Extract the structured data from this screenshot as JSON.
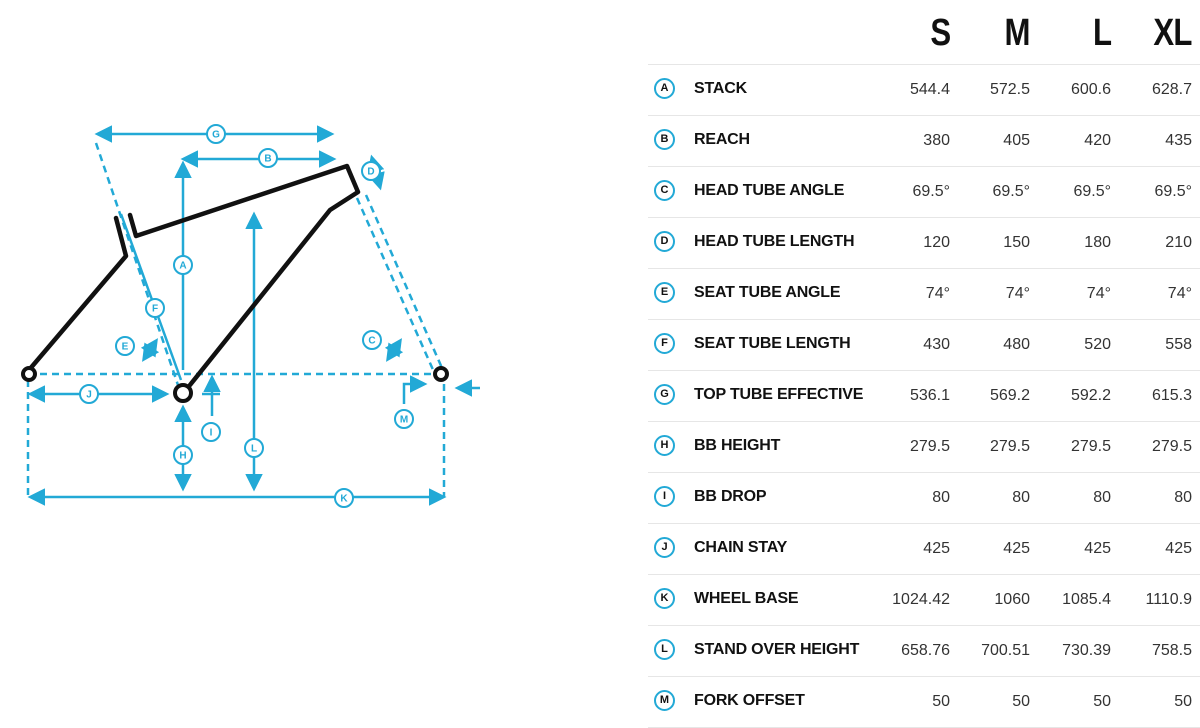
{
  "sizes": [
    "S",
    "M",
    "L",
    "XL"
  ],
  "rows": [
    {
      "code": "A",
      "name": "STACK",
      "values": [
        "544.4",
        "572.5",
        "600.6",
        "628.7"
      ]
    },
    {
      "code": "B",
      "name": "REACH",
      "values": [
        "380",
        "405",
        "420",
        "435"
      ]
    },
    {
      "code": "C",
      "name": "HEAD TUBE ANGLE",
      "values": [
        "69.5°",
        "69.5°",
        "69.5°",
        "69.5°"
      ]
    },
    {
      "code": "D",
      "name": "HEAD TUBE LENGTH",
      "values": [
        "120",
        "150",
        "180",
        "210"
      ]
    },
    {
      "code": "E",
      "name": "SEAT TUBE ANGLE",
      "values": [
        "74°",
        "74°",
        "74°",
        "74°"
      ]
    },
    {
      "code": "F",
      "name": "SEAT TUBE LENGTH",
      "values": [
        "430",
        "480",
        "520",
        "558"
      ]
    },
    {
      "code": "G",
      "name": "TOP TUBE EFFECTIVE",
      "values": [
        "536.1",
        "569.2",
        "592.2",
        "615.3"
      ]
    },
    {
      "code": "H",
      "name": "BB HEIGHT",
      "values": [
        "279.5",
        "279.5",
        "279.5",
        "279.5"
      ]
    },
    {
      "code": "I",
      "name": "BB DROP",
      "values": [
        "80",
        "80",
        "80",
        "80"
      ]
    },
    {
      "code": "J",
      "name": "CHAIN STAY",
      "values": [
        "425",
        "425",
        "425",
        "425"
      ]
    },
    {
      "code": "K",
      "name": "WHEEL BASE",
      "values": [
        "1024.42",
        "1060",
        "1085.4",
        "1110.9"
      ]
    },
    {
      "code": "L",
      "name": "STAND OVER HEIGHT",
      "values": [
        "658.76",
        "700.51",
        "730.39",
        "758.5"
      ]
    },
    {
      "code": "M",
      "name": "FORK OFFSET",
      "values": [
        "50",
        "50",
        "50",
        "50"
      ]
    }
  ],
  "diagram": {
    "labels": [
      "A",
      "B",
      "C",
      "D",
      "E",
      "F",
      "G",
      "H",
      "I",
      "J",
      "K",
      "L",
      "M"
    ]
  },
  "colors": {
    "accent": "#22a9d6",
    "frame": "#111111",
    "text": "#111111",
    "divider": "#e6e6e6"
  }
}
